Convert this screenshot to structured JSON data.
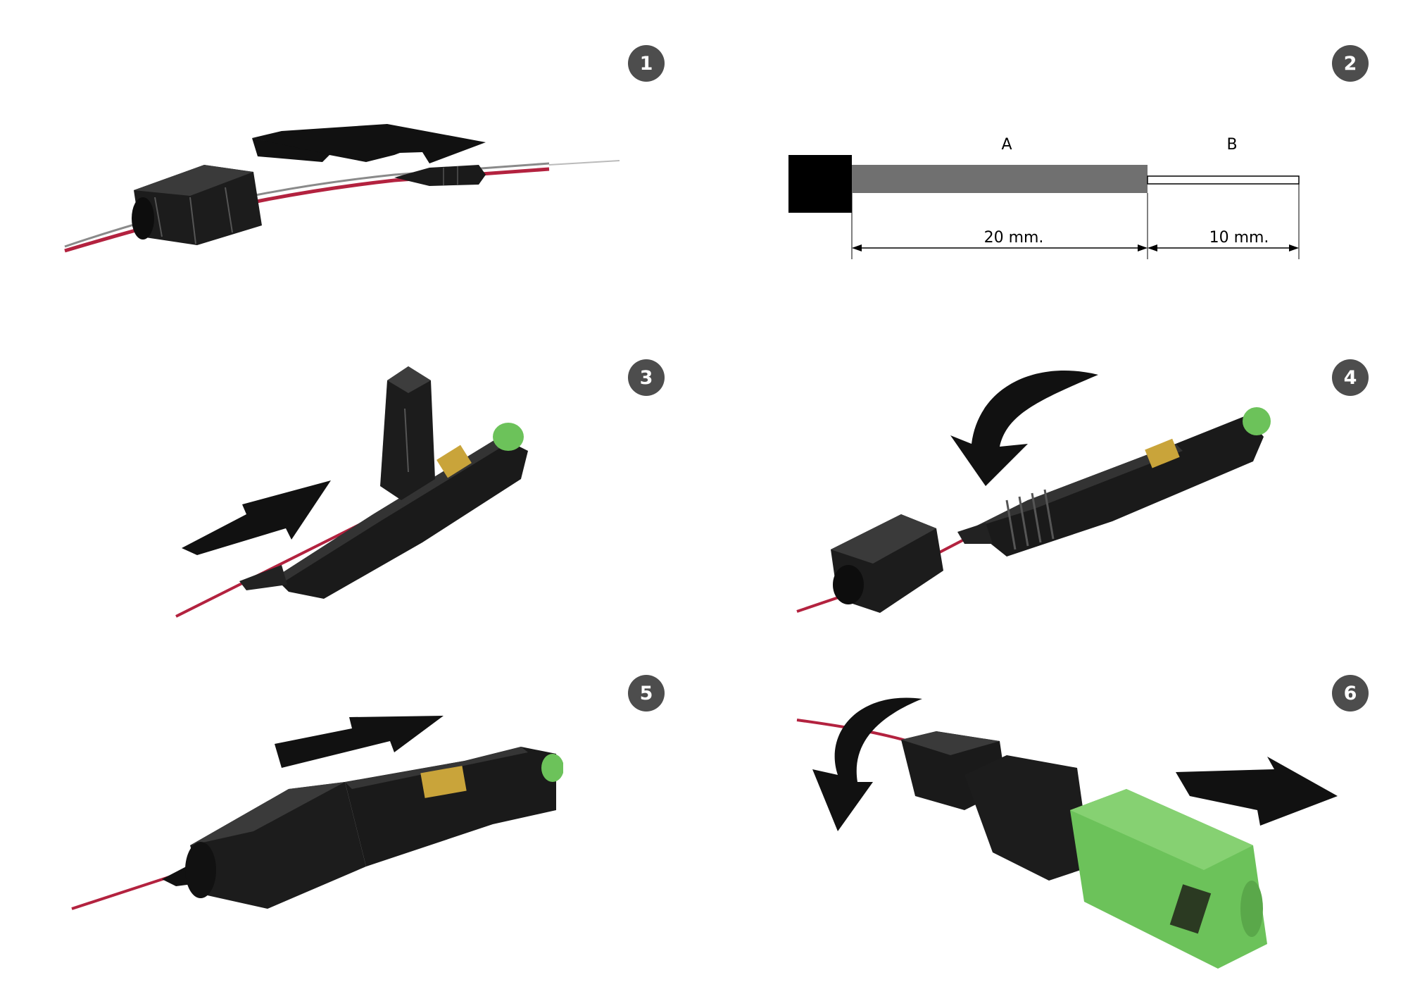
{
  "steps": [
    {
      "number": "1"
    },
    {
      "number": "2"
    },
    {
      "number": "3"
    },
    {
      "number": "4"
    },
    {
      "number": "5"
    },
    {
      "number": "6"
    }
  ],
  "diagram": {
    "segment_a_label": "A",
    "segment_b_label": "B",
    "segment_a_length": "20 mm.",
    "segment_b_length": "10 mm."
  },
  "colors": {
    "badge": "#4d4d4d",
    "fiber_red": "#b3223f",
    "connector_black": "#1a1a1a",
    "sc_green": "#6cc25a",
    "coating_gray": "#707070",
    "brass": "#c9a43a"
  },
  "icons": [
    "arrow-right-icon",
    "double-arrow-icon",
    "curved-arrow-icon"
  ]
}
